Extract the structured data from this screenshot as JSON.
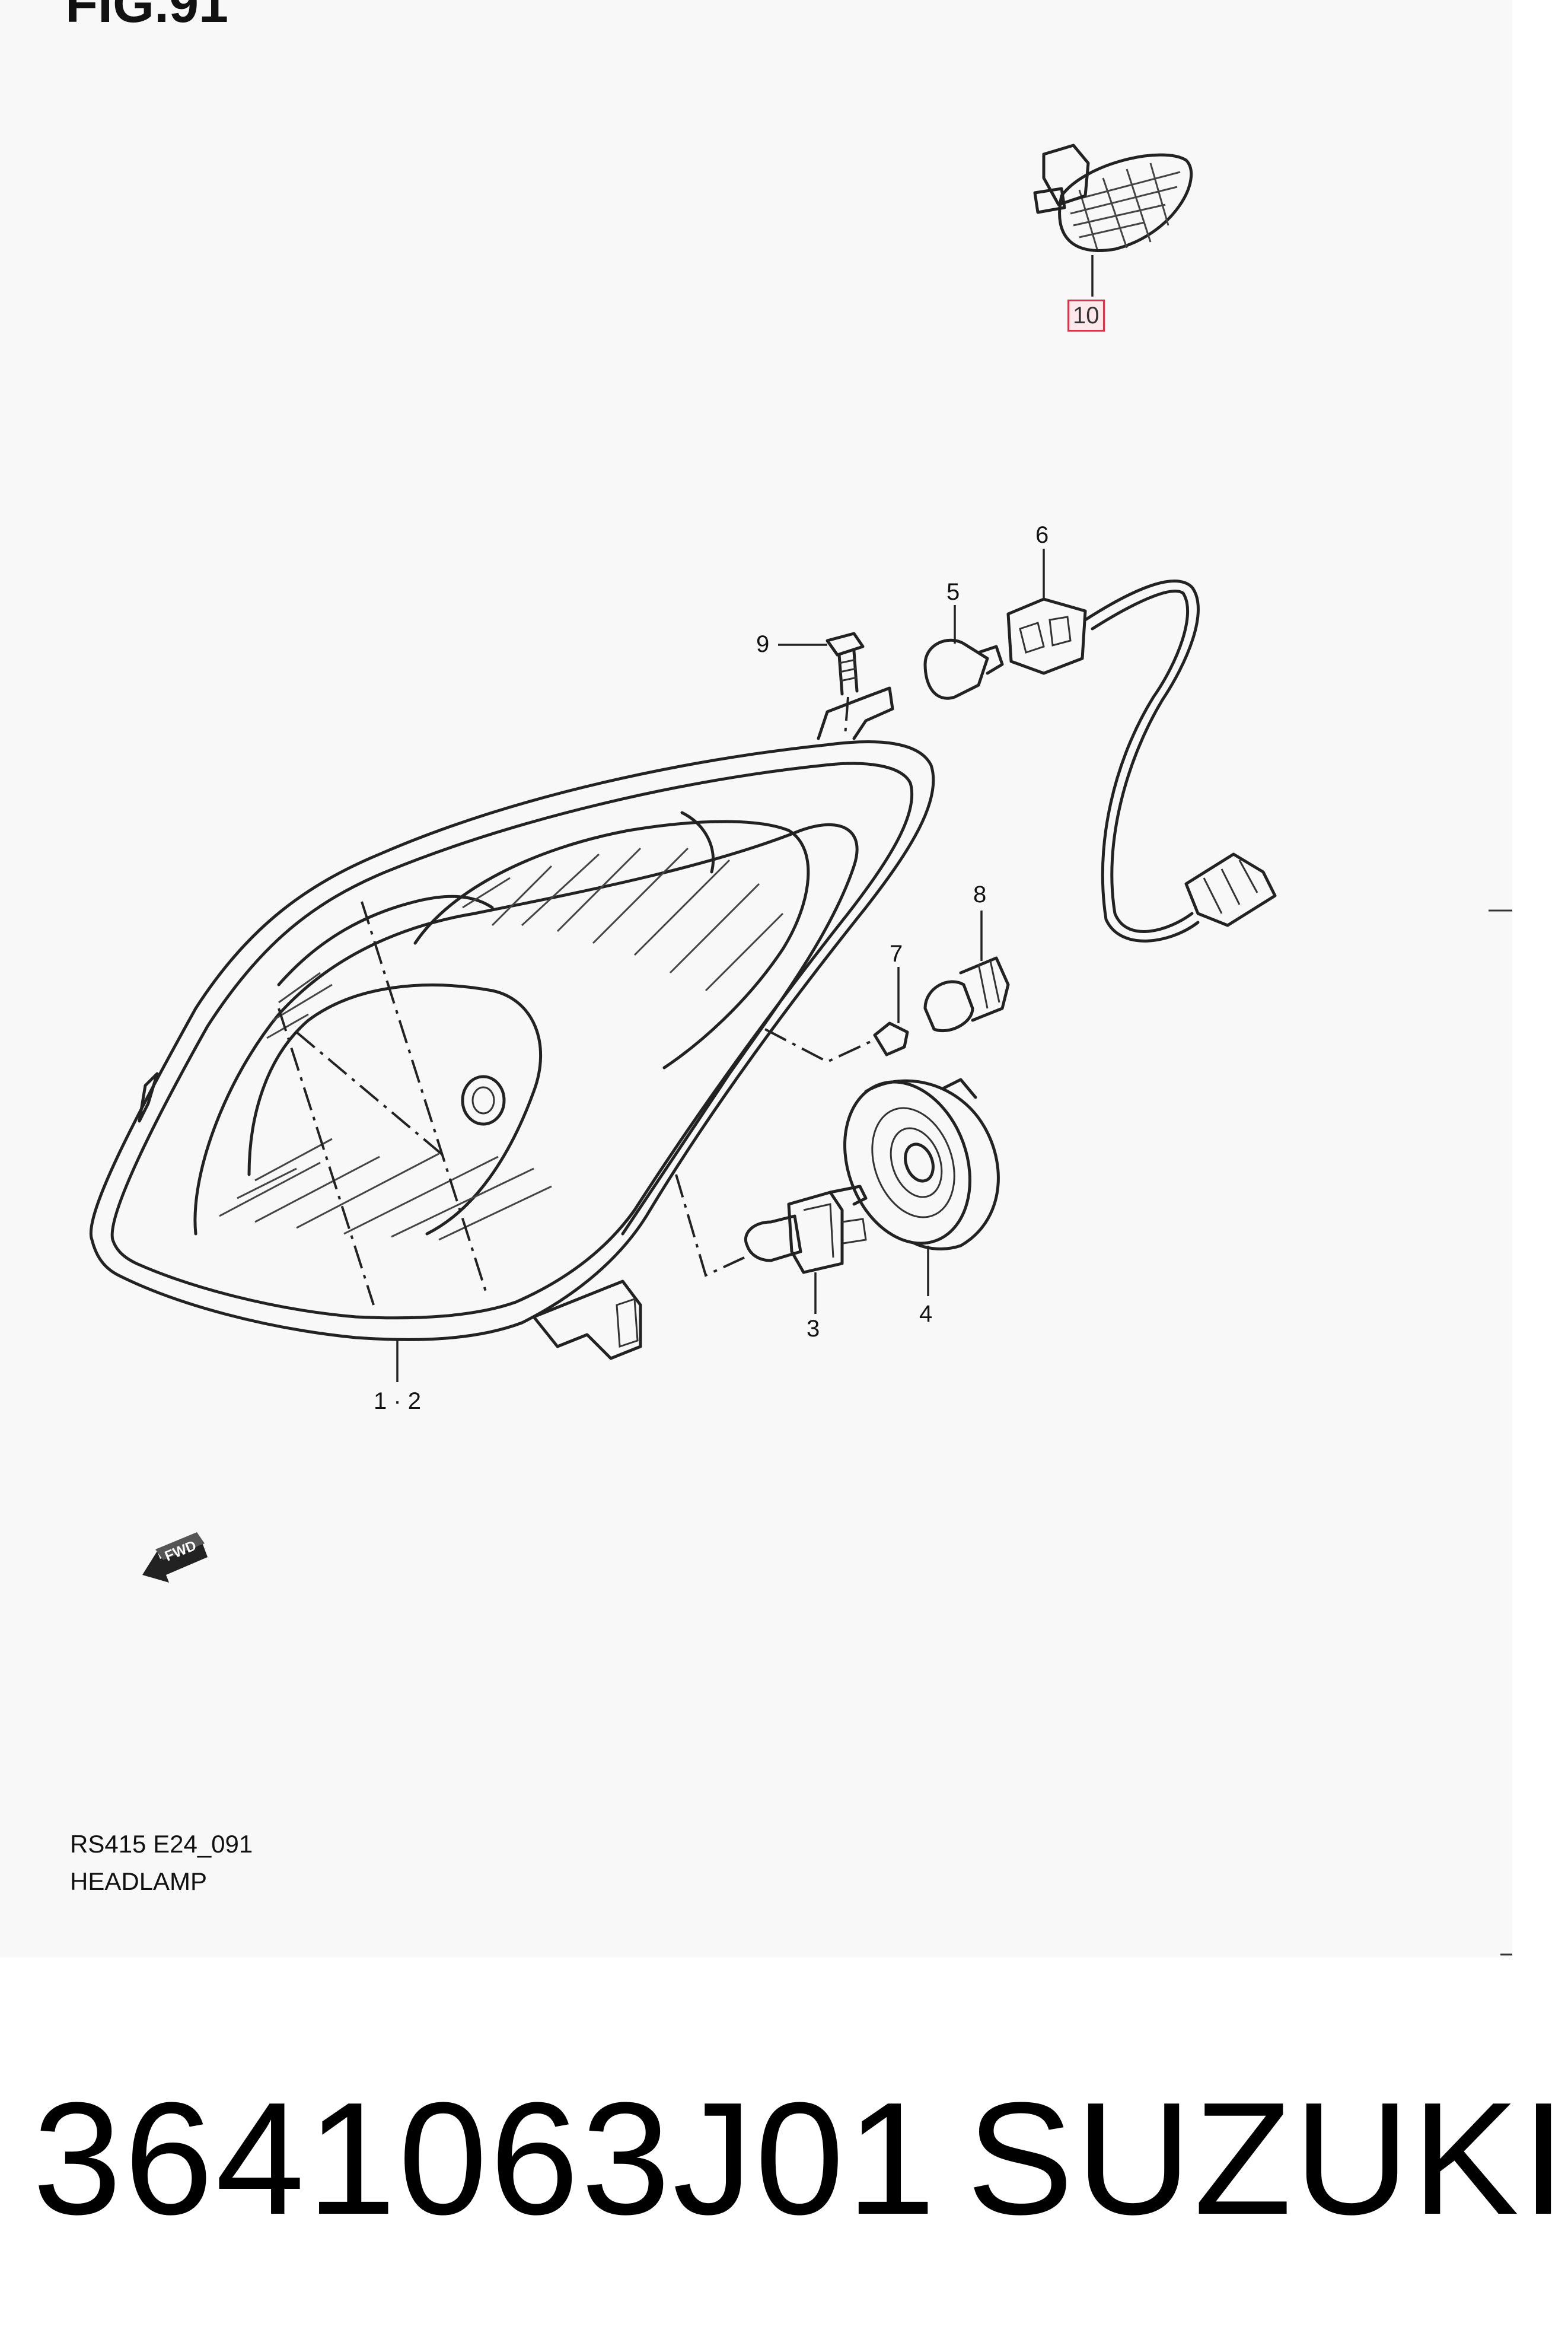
{
  "figure": {
    "title": "FIG.91",
    "drawing_code": "RS415 E24_091",
    "drawing_name": "HEADLAMP"
  },
  "callouts": {
    "c10": "10",
    "c6": "6",
    "c5": "5",
    "c9": "9",
    "c8": "8",
    "c7": "7",
    "c3": "3",
    "c4": "4",
    "c12": "1 · 2"
  },
  "direction_marker": "FWD",
  "highlighted_part": "10",
  "product": {
    "part_number": "3641063J01",
    "brand": "SUZUKI"
  },
  "colors": {
    "highlight_border": "#d2374a",
    "highlight_fill": "#fde8ec",
    "line": "#222222",
    "sheet_background": "#f8f8f8"
  }
}
